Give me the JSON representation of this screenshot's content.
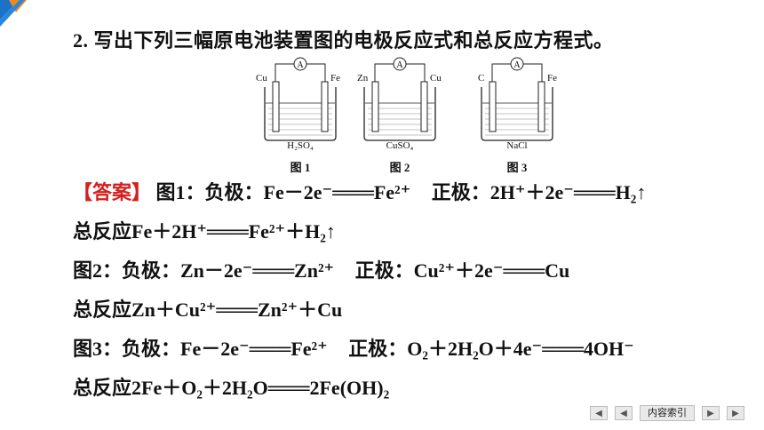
{
  "question": "2. 写出下列三幅原电池装置图的电极反应式和总反应方程式。",
  "figures": [
    {
      "left_electrode": "Cu",
      "right_electrode": "Fe",
      "solution": "H₂SO₄",
      "caption": "图 1",
      "meter": "A"
    },
    {
      "left_electrode": "Zn",
      "right_electrode": "Cu",
      "solution": "CuSO₄",
      "caption": "图 2",
      "meter": "A"
    },
    {
      "left_electrode": "C",
      "right_electrode": "Fe",
      "solution": "NaCl",
      "caption": "图 3",
      "meter": "A"
    }
  ],
  "answer_tag": "【答案】",
  "lines": [
    {
      "a": "图1：负极：Fe－2e⁻═══Fe²⁺",
      "b": "正极：2H⁺＋2e⁻═══H₂↑"
    },
    {
      "a": "总反应Fe＋2H⁺═══Fe²⁺＋H₂↑",
      "b": ""
    },
    {
      "a": "图2：负极：Zn－2e⁻═══Zn²⁺",
      "b": "正极：Cu²⁺＋2e⁻═══Cu"
    },
    {
      "a": "总反应Zn＋Cu²⁺═══Zn²⁺＋Cu",
      "b": ""
    },
    {
      "a": "图3：负极：Fe－2e⁻═══Fe²⁺",
      "b": "正极：O₂＋2H₂O＋4e⁻═══4OH⁻"
    },
    {
      "a": "总反应2Fe＋O₂＋2H₂O═══2Fe(OH)₂",
      "b": ""
    }
  ],
  "nav": {
    "first": "◀",
    "prev": "◀",
    "index": "内容索引",
    "next": "▶",
    "last": "▶"
  },
  "colors": {
    "accent_blue": "#1a73c8",
    "accent_orange": "#f08a1c",
    "answer_red": "#d42020"
  }
}
